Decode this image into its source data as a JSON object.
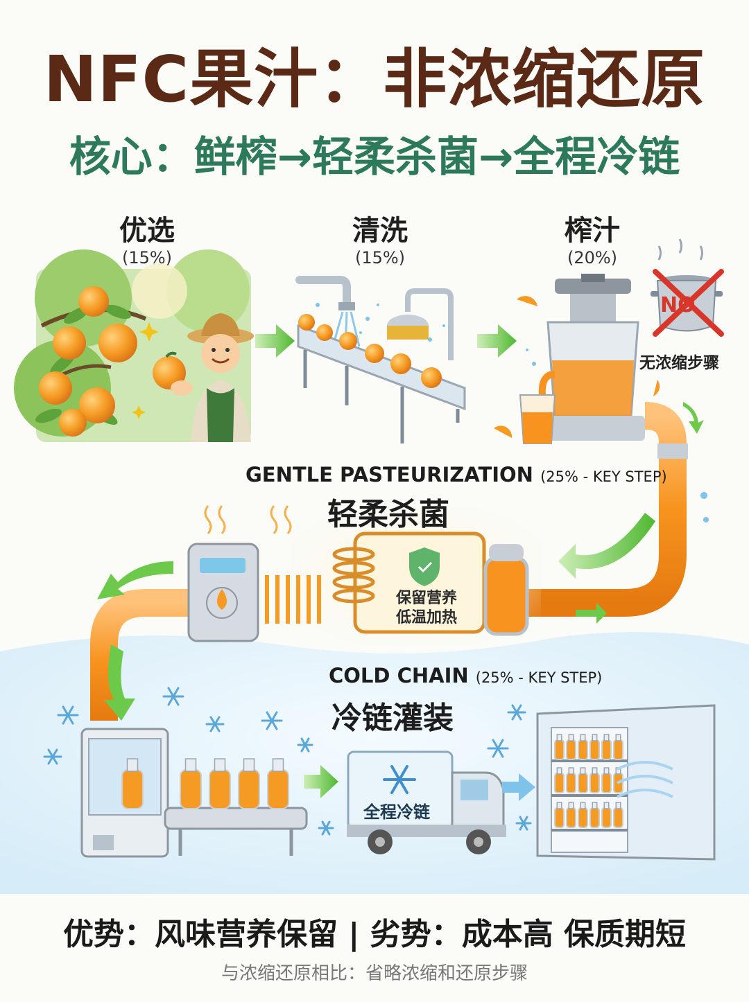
{
  "header": {
    "title": "NFC果汁：非浓缩还原",
    "subtitle": "核心：鲜榨→轻柔杀菌→全程冷链"
  },
  "steps": [
    {
      "name": "优选",
      "pct": "(15%)"
    },
    {
      "name": "清洗",
      "pct": "(15%)"
    },
    {
      "name": "榨汁",
      "pct": "(20%)"
    }
  ],
  "no_concentrate": {
    "badge": "NO",
    "label": "无浓缩步骤"
  },
  "pasteurization": {
    "title_en": "GENTLE PASTEURIZATION",
    "title_en_note": "(25% - KEY STEP)",
    "title_cn": "轻柔杀菌",
    "panel_line1": "保留营养",
    "panel_line2": "低温加热"
  },
  "cold_chain": {
    "title_en": "COLD CHAIN",
    "title_en_note": "(25% - KEY STEP)",
    "title_cn": "冷链灌装",
    "truck_label": "全程冷链"
  },
  "footer": {
    "summary": "优势：风味营养保留 | 劣势：成本高 保质期短",
    "note": "与浓缩还原相比：省略浓缩和还原步骤"
  },
  "colors": {
    "title": "#5a2a17",
    "subtitle": "#2c7a5a",
    "orange": "#f39a2e",
    "arrow_green": "#6cc94a",
    "ice_blue": "#cfe6f4",
    "no_red": "#d8362a"
  }
}
